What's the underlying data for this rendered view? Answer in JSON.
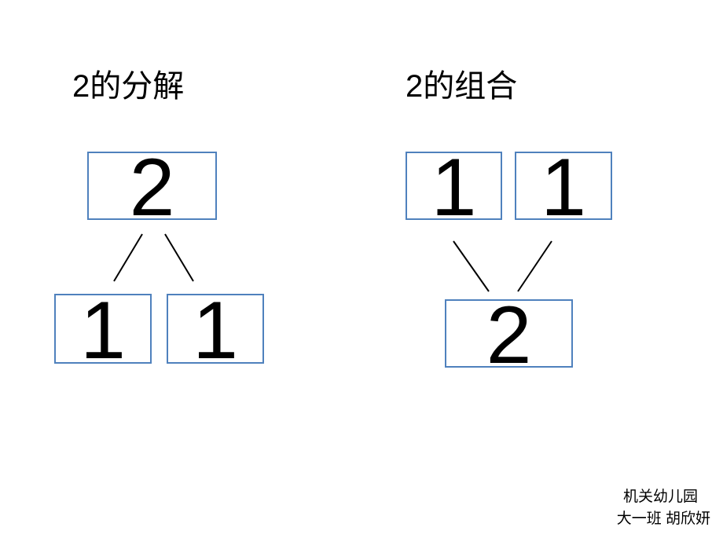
{
  "decomposition": {
    "title": "2的分解",
    "whole": "2",
    "parts": [
      "1",
      "1"
    ]
  },
  "composition": {
    "title": "2的组合",
    "parts": [
      "1",
      "1"
    ],
    "whole": "2"
  },
  "footer": {
    "school": "机关幼儿园",
    "class_author": "大一班 胡欣妍"
  },
  "colors": {
    "box_border": "#4f81bd",
    "line": "#000000"
  }
}
